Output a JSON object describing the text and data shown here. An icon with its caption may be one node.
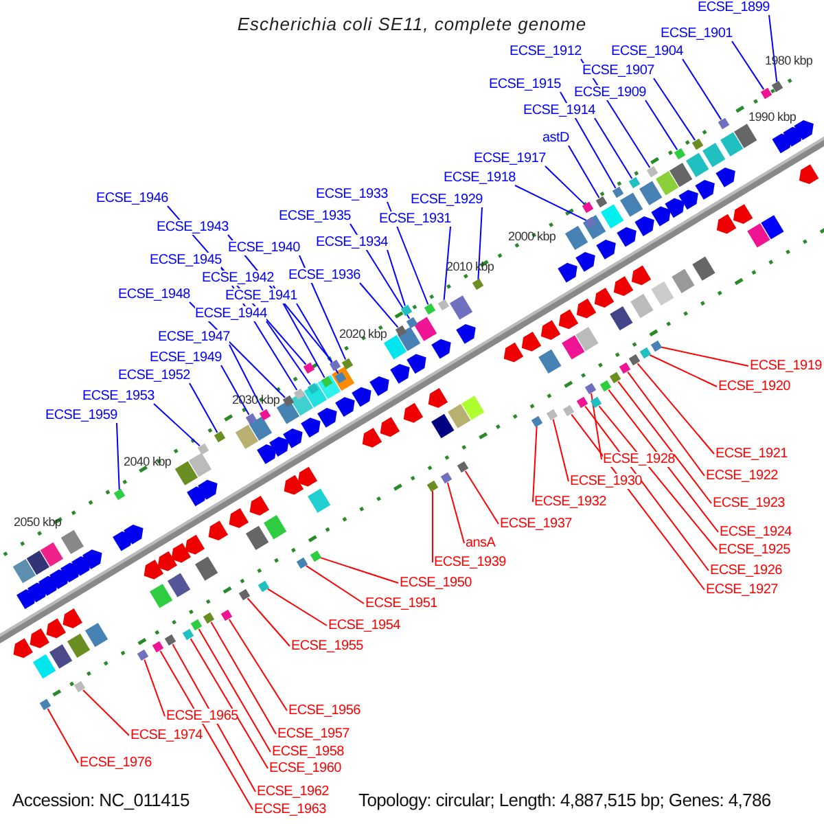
{
  "diagram": {
    "title": "Escherichia coli SE11, complete genome",
    "nodes": [
      {
        "text": [
          "ECSE_1899"
        ]
      },
      {
        "text": [
          "ECSE_1901"
        ]
      },
      {
        "text": [
          "ECSE_1904"
        ]
      },
      {
        "text": [
          "ECSE_1907"
        ]
      },
      {
        "text": [
          "ECSE_1912"
        ]
      },
      {
        "text": [
          "ECSE_1909"
        ]
      },
      {
        "text": [
          "ECSE_1915"
        ]
      },
      {
        "text": [
          "ECSE_1914"
        ]
      },
      {
        "text": [
          "astD"
        ]
      },
      {
        "text": [
          "ECSE_1917"
        ]
      },
      {
        "text": [
          "ECSE_1918"
        ]
      },
      {
        "text": [
          "ECSE_1929"
        ]
      },
      {
        "text": [
          "ECSE_1931"
        ]
      },
      {
        "text": [
          "ECSE_1933"
        ]
      },
      {
        "text": [
          "ECSE_1935"
        ]
      },
      {
        "text": [
          "ECSE_1934"
        ]
      },
      {
        "text": [
          "ECSE_1936"
        ]
      },
      {
        "text": [
          "ECSE_1946"
        ]
      },
      {
        "text": [
          "ECSE_1943"
        ]
      },
      {
        "text": [
          "ECSE_1940"
        ]
      },
      {
        "text": [
          "ECSE_1945"
        ]
      },
      {
        "text": [
          "ECSE_1942"
        ]
      },
      {
        "text": [
          "ECSE_1941"
        ]
      },
      {
        "text": [
          "ECSE_1944"
        ]
      },
      {
        "text": [
          "ECSE_1948"
        ]
      },
      {
        "text": [
          "ECSE_1947"
        ]
      },
      {
        "text": [
          "ECSE_1949"
        ]
      },
      {
        "text": [
          "ECSE_1952"
        ]
      },
      {
        "text": [
          "ECSE_1953"
        ]
      },
      {
        "text": [
          "ECSE_1959"
        ]
      },
      {
        "text": [
          "ECSE_1919"
        ]
      },
      {
        "text": [
          "ECSE_1920"
        ]
      },
      {
        "text": [
          "ECSE_1921"
        ]
      },
      {
        "text": [
          "ECSE_1922"
        ]
      },
      {
        "text": [
          "ECSE_1928"
        ]
      },
      {
        "text": [
          "ECSE_1923"
        ]
      },
      {
        "text": [
          "ECSE_1930"
        ]
      },
      {
        "text": [
          "ECSE_1924"
        ]
      },
      {
        "text": [
          "ECSE_1932"
        ]
      },
      {
        "text": [
          "ECSE_1925"
        ]
      },
      {
        "text": [
          "ECSE_1937"
        ]
      },
      {
        "text": [
          "ECSE_1926"
        ]
      },
      {
        "text": [
          "ansA"
        ]
      },
      {
        "text": [
          "ECSE_1939"
        ]
      },
      {
        "text": [
          "ECSE_1927"
        ]
      },
      {
        "text": [
          "ECSE_1950"
        ]
      },
      {
        "text": [
          "ECSE_1951"
        ]
      },
      {
        "text": [
          "ECSE_1954"
        ]
      },
      {
        "text": [
          "ECSE_1955"
        ]
      },
      {
        "text": [
          "ECSE_1956"
        ]
      },
      {
        "text": [
          "ECSE_1965"
        ]
      },
      {
        "text": [
          "ECSE_1957"
        ]
      },
      {
        "text": [
          "ECSE_1974"
        ]
      },
      {
        "text": [
          "ECSE_1958"
        ]
      },
      {
        "text": [
          "ECSE_1976"
        ]
      },
      {
        "text": [
          "ECSE_1960"
        ]
      },
      {
        "text": [
          "ECSE_1962"
        ]
      },
      {
        "text": [
          "ECSE_1963"
        ]
      },
      {
        "text": [],
        "shape": "box"
      },
      {
        "text": [],
        "shape": "box"
      },
      {
        "text": [],
        "shape": "box"
      },
      {
        "text": [],
        "shape": "box"
      },
      {
        "text": [],
        "shape": "box"
      },
      {
        "text": [],
        "shape": "box"
      },
      {
        "text": [],
        "shape": "box"
      },
      {
        "text": [],
        "shape": "box"
      },
      {
        "text": [],
        "shape": "box"
      },
      {
        "text": [],
        "shape": "box"
      },
      {
        "text": [],
        "shape": "box"
      },
      {
        "text": [],
        "shape": "box"
      },
      {
        "text": [],
        "shape": "box"
      },
      {
        "text": [],
        "shape": "box"
      },
      {
        "text": [],
        "shape": "box"
      },
      {
        "text": [],
        "shape": "box"
      },
      {
        "text": [],
        "shape": "box"
      },
      {
        "text": [],
        "shape": "box"
      },
      {
        "text": [],
        "shape": "box"
      },
      {
        "text": [],
        "shape": "box"
      },
      {
        "text": [],
        "shape": "box"
      },
      {
        "text": [],
        "shape": "box"
      },
      {
        "text": [],
        "shape": "box"
      },
      {
        "text": [],
        "shape": "box"
      },
      {
        "text": [],
        "shape": "box"
      },
      {
        "text": [],
        "shape": "box"
      },
      {
        "text": [],
        "shape": "box"
      },
      {
        "text": [],
        "shape": "box"
      },
      {
        "text": [],
        "shape": "box"
      },
      {
        "text": [],
        "shape": "box"
      },
      {
        "text": [],
        "shape": "box"
      },
      {
        "text": [],
        "shape": "box"
      },
      {
        "text": [],
        "shape": "box"
      },
      {
        "text": [],
        "shape": "box"
      },
      {
        "text": [],
        "shape": "box"
      },
      {
        "text": [],
        "shape": "box"
      },
      {
        "text": [],
        "shape": "box"
      },
      {
        "text": [],
        "shape": "box"
      },
      {
        "text": [],
        "shape": "box"
      },
      {
        "text": [],
        "shape": "box"
      },
      {
        "text": [],
        "shape": "box"
      },
      {
        "text": [],
        "shape": "box"
      },
      {
        "text": [],
        "shape": "box"
      },
      {
        "text": [],
        "shape": "box"
      },
      {
        "text": [],
        "shape": "box"
      },
      {
        "text": [],
        "shape": "box"
      },
      {
        "text": [],
        "shape": "box"
      },
      {
        "text": [],
        "shape": "box"
      },
      {
        "text": [],
        "shape": "box"
      },
      {
        "text": [],
        "shape": "box"
      },
      {
        "text": [],
        "shape": "box"
      },
      {
        "text": [],
        "shape": "box"
      },
      {
        "text": [],
        "shape": "box"
      },
      {
        "text": [],
        "shape": "box"
      },
      {
        "text": [],
        "shape": "box"
      },
      {
        "text": [],
        "shape": "box"
      },
      {
        "text": [],
        "shape": "box"
      },
      {
        "text": [],
        "shape": "box"
      }
    ],
    "edges": [
      {
        "from": 0,
        "to": 58,
        "arrow": "none"
      },
      {
        "from": 1,
        "to": 59,
        "arrow": "none"
      },
      {
        "from": 2,
        "to": 60,
        "arrow": "none"
      },
      {
        "from": 3,
        "to": 61,
        "arrow": "none"
      },
      {
        "from": 4,
        "to": 62,
        "arrow": "none"
      },
      {
        "from": 5,
        "to": 63,
        "arrow": "none"
      },
      {
        "from": 6,
        "to": 64,
        "arrow": "none"
      },
      {
        "from": 7,
        "to": 65,
        "arrow": "none"
      },
      {
        "from": 8,
        "to": 66,
        "arrow": "none"
      },
      {
        "from": 9,
        "to": 67,
        "arrow": "none"
      },
      {
        "from": 10,
        "to": 68,
        "arrow": "none"
      },
      {
        "from": 11,
        "to": 69,
        "arrow": "none"
      },
      {
        "from": 12,
        "to": 70,
        "arrow": "none"
      },
      {
        "from": 13,
        "to": 71,
        "arrow": "none"
      },
      {
        "from": 14,
        "to": 72,
        "arrow": "none"
      },
      {
        "from": 15,
        "to": 73,
        "arrow": "none"
      },
      {
        "from": 16,
        "to": 74,
        "arrow": "none"
      },
      {
        "from": 17,
        "to": 75,
        "arrow": "none"
      },
      {
        "from": 18,
        "to": 76,
        "arrow": "none"
      },
      {
        "from": 19,
        "to": 77,
        "arrow": "none"
      },
      {
        "from": 20,
        "to": 78,
        "arrow": "none"
      },
      {
        "from": 21,
        "to": 79,
        "arrow": "none"
      },
      {
        "from": 22,
        "to": 80,
        "arrow": "none"
      },
      {
        "from": 23,
        "to": 81,
        "arrow": "none"
      },
      {
        "from": 24,
        "to": 82,
        "arrow": "none"
      },
      {
        "from": 25,
        "to": 83,
        "arrow": "none"
      },
      {
        "from": 26,
        "to": 84,
        "arrow": "none"
      },
      {
        "from": 27,
        "to": 85,
        "arrow": "none"
      },
      {
        "from": 28,
        "to": 86,
        "arrow": "none"
      },
      {
        "from": 29,
        "to": 87,
        "arrow": "none"
      },
      {
        "from": 30,
        "to": 88,
        "arrow": "none",
        "color": "#ff0000"
      },
      {
        "from": 31,
        "to": 89,
        "arrow": "none",
        "color": "#ff0000"
      },
      {
        "from": 32,
        "to": 90,
        "arrow": "none",
        "color": "#ff0000"
      },
      {
        "from": 33,
        "to": 91,
        "arrow": "none",
        "color": "#ff0000"
      },
      {
        "from": 34,
        "to": 92,
        "arrow": "none",
        "color": "#ff0000"
      },
      {
        "from": 35,
        "to": 93,
        "arrow": "none",
        "color": "#ff0000"
      },
      {
        "from": 36,
        "to": 94,
        "arrow": "none",
        "color": "#ff0000"
      },
      {
        "from": 37,
        "to": 95,
        "arrow": "none",
        "color": "#ff0000"
      },
      {
        "from": 38,
        "to": 96,
        "arrow": "none",
        "color": "#ff0000"
      },
      {
        "from": 39,
        "to": 97,
        "arrow": "none",
        "color": "#ff0000"
      },
      {
        "from": 40,
        "to": 98,
        "arrow": "none",
        "color": "#ff0000"
      },
      {
        "from": 41,
        "to": 99,
        "arrow": "none",
        "color": "#ff0000"
      },
      {
        "from": 42,
        "to": 100,
        "arrow": "none",
        "color": "#ff0000"
      },
      {
        "from": 43,
        "to": 101,
        "arrow": "none",
        "color": "#ff0000"
      },
      {
        "from": 44,
        "to": 102,
        "arrow": "none",
        "color": "#ff0000"
      },
      {
        "from": 45,
        "to": 103,
        "arrow": "none",
        "color": "#ff0000"
      },
      {
        "from": 46,
        "to": 104,
        "arrow": "none",
        "color": "#ff0000"
      },
      {
        "from": 47,
        "to": 105,
        "arrow": "none",
        "color": "#ff0000"
      },
      {
        "from": 48,
        "to": 106,
        "arrow": "none",
        "color": "#ff0000"
      },
      {
        "from": 49,
        "to": 107,
        "arrow": "none",
        "color": "#ff0000"
      },
      {
        "from": 50,
        "to": 108,
        "arrow": "none",
        "color": "#ff0000"
      },
      {
        "from": 51,
        "to": 109,
        "arrow": "none",
        "color": "#ff0000"
      },
      {
        "from": 52,
        "to": 110,
        "arrow": "none",
        "color": "#ff0000"
      },
      {
        "from": 53,
        "to": 111,
        "arrow": "none",
        "color": "#ff0000"
      },
      {
        "from": 54,
        "to": 112,
        "arrow": "none",
        "color": "#ff0000"
      },
      {
        "from": 55,
        "to": 113,
        "arrow": "none",
        "color": "#ff0000"
      },
      {
        "from": 56,
        "to": 114,
        "arrow": "none",
        "color": "#ff0000"
      },
      {
        "from": 57,
        "to": 115,
        "arrow": "none",
        "color": "#ff0000"
      }
    ],
    "labels": [
      "1980 kbp",
      "1990 kbp",
      "2000 kbp",
      "2010 kbp",
      "2020 kbp",
      "2030 kbp",
      "2040 kbp",
      "2050 kbp",
      "Accession: NC_011415",
      "Topology: circular; Length: 4,887,515 bp; Genes: 4,786"
    ]
  }
}
